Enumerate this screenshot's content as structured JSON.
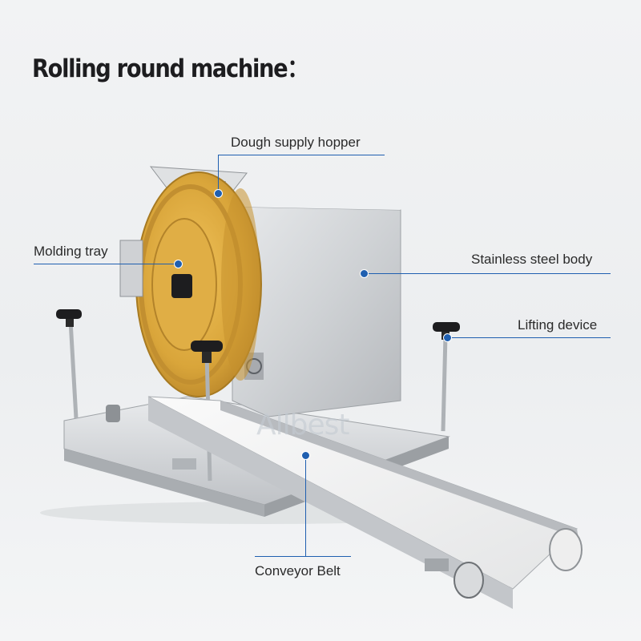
{
  "title": "Rolling round machine：",
  "callouts": {
    "hopper": "Dough supply hopper",
    "tray": "Molding tray",
    "body": "Stainless steel body",
    "lifting": "Lifting device",
    "conveyor": "Conveyor Belt"
  },
  "watermark": "Allbest",
  "colors": {
    "accent_line": "#1f5fb0",
    "molding_tray": "#d9a53a",
    "steel": "#c9ccd0"
  }
}
